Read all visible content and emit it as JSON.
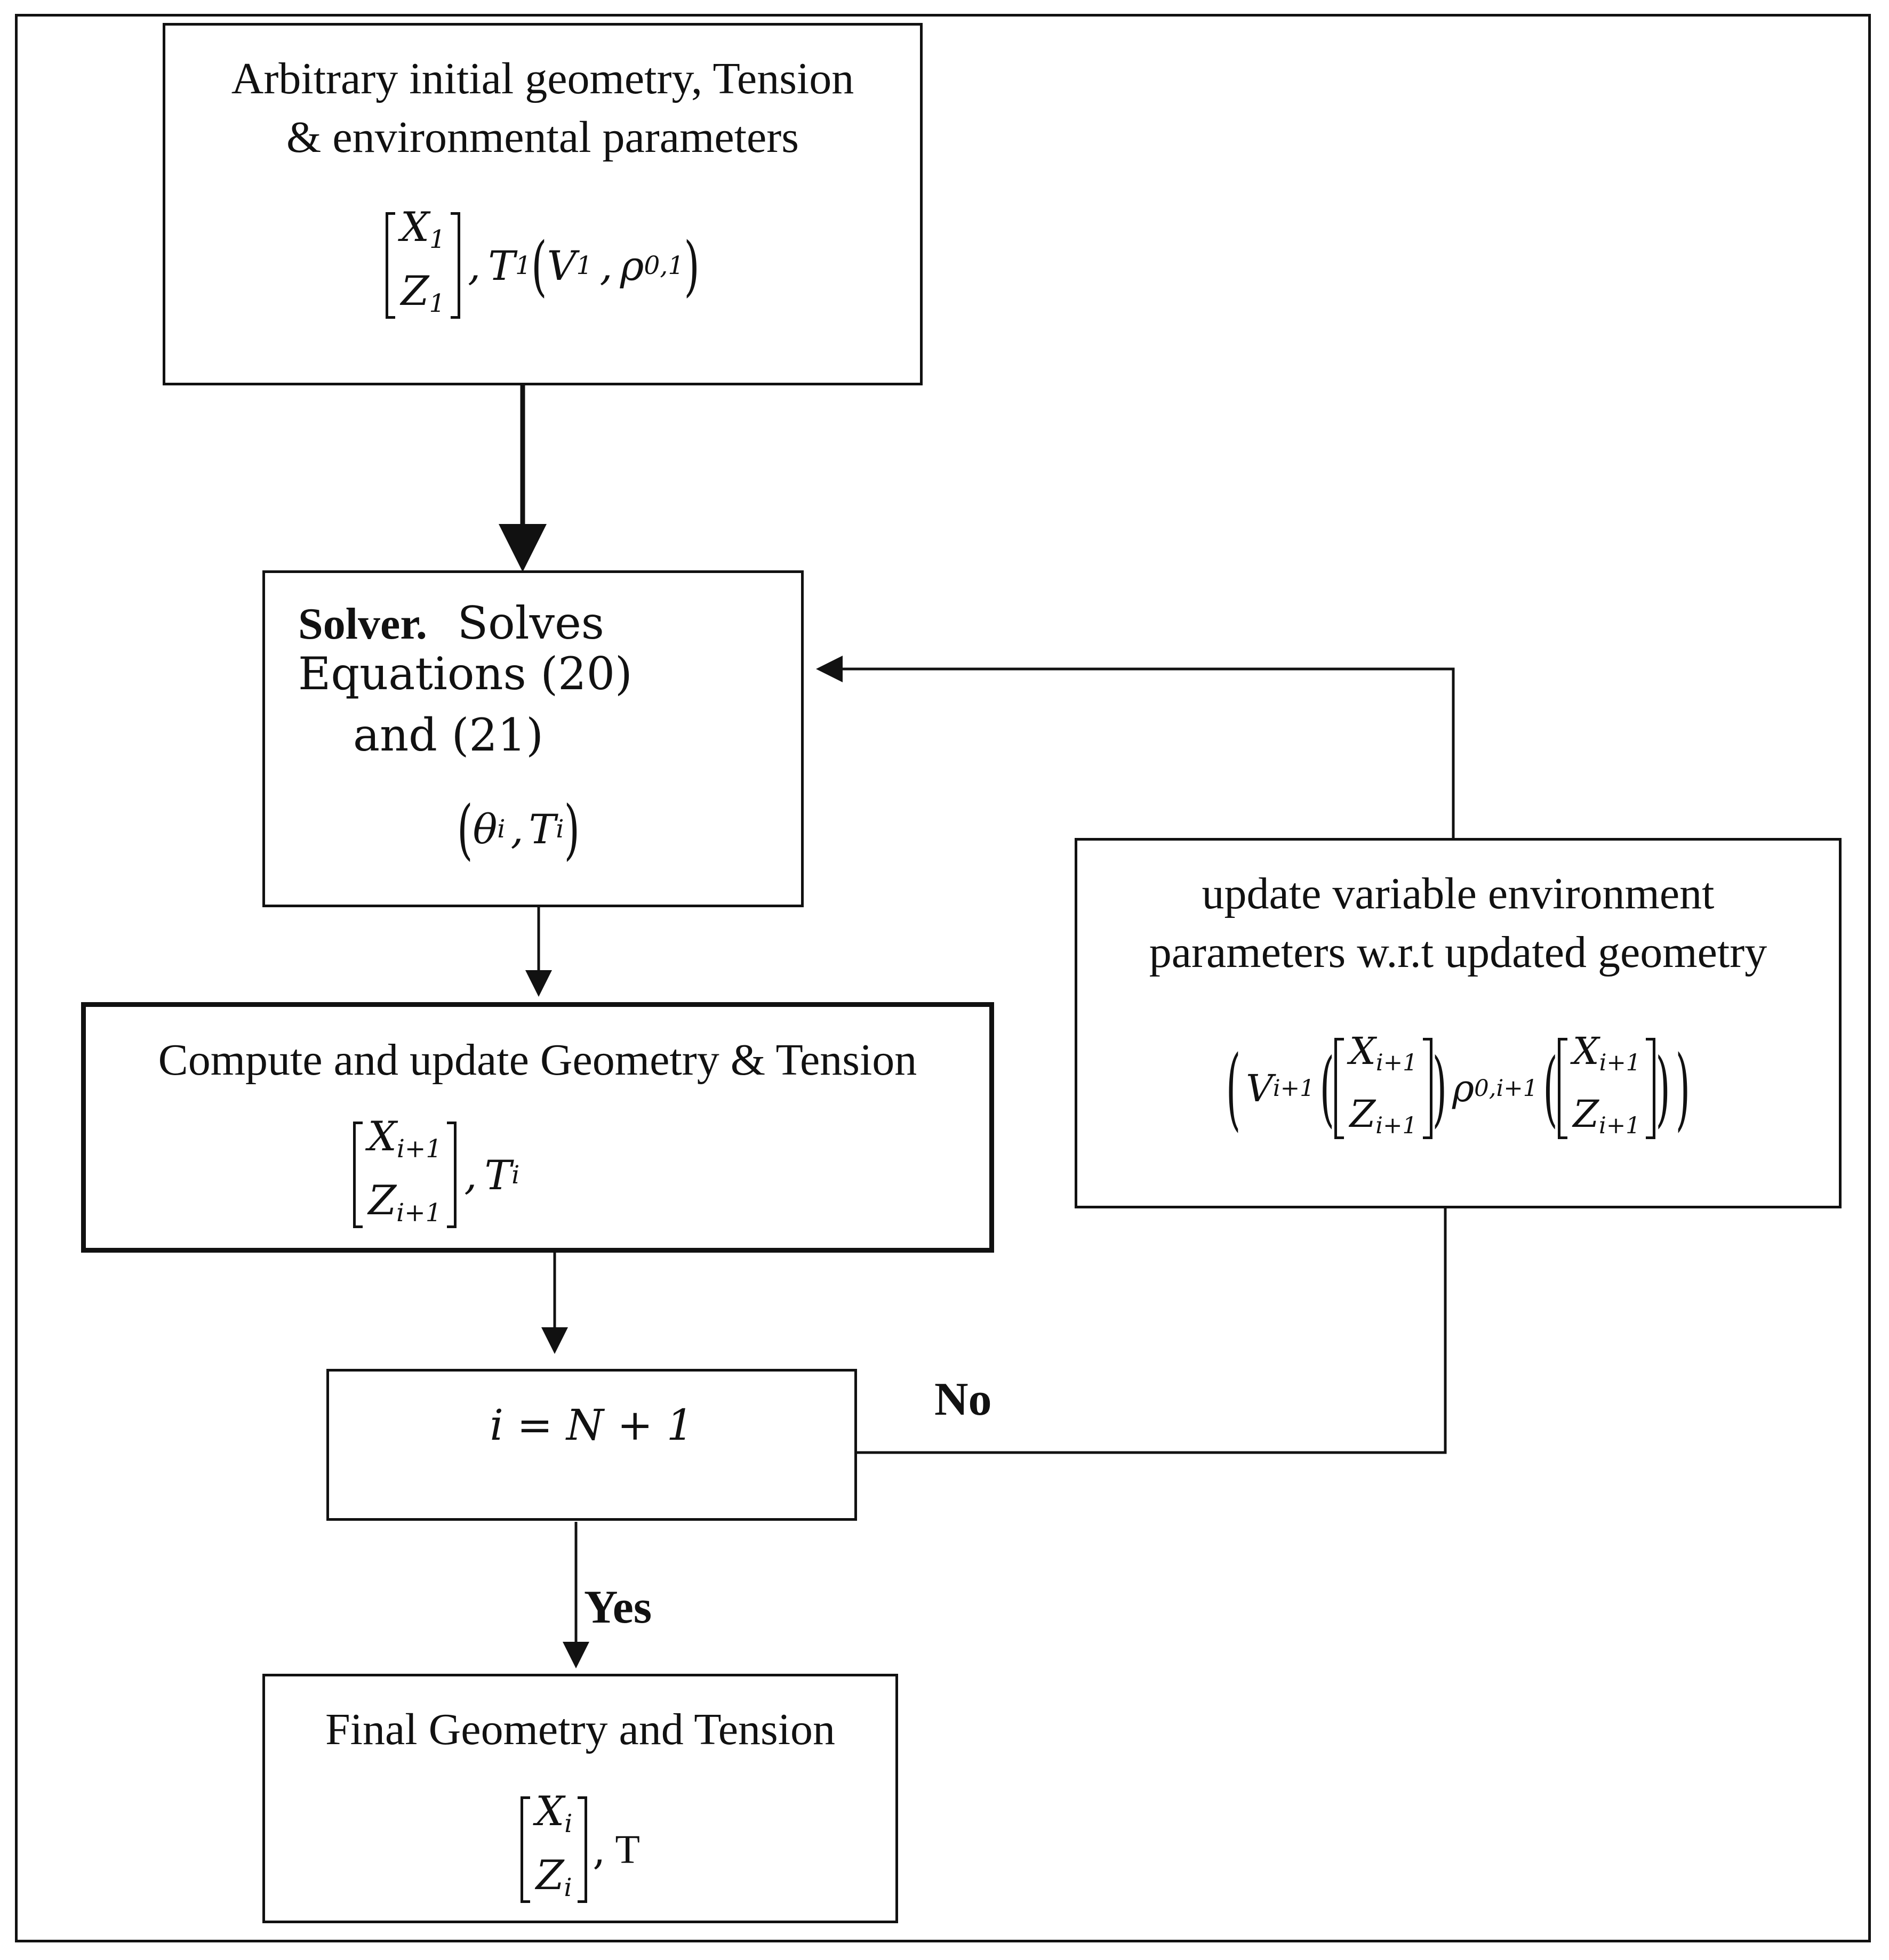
{
  "nodes": {
    "start": {
      "line1": "Arbitrary initial geometry, Tension",
      "line2": "& environmental parameters",
      "x": "X",
      "x_sub": "1",
      "z": "Z",
      "z_sub": "1",
      "tension": "T",
      "tension_sub": "1",
      "v": "V",
      "v_sub": "1",
      "rho": "ρ",
      "rho_sub": "0,1"
    },
    "solver": {
      "bold": "Solver.",
      "line1": "Solves",
      "line2": "Equations (20)",
      "line3": "and (21)",
      "theta": "θ",
      "theta_sub": "i",
      "t": "T",
      "t_sub": "i"
    },
    "compute": {
      "line1": "Compute and update Geometry & Tension",
      "x": "X",
      "x_sub": "i+1",
      "z": "Z",
      "z_sub": "i+1",
      "t": "T",
      "t_sub": "i"
    },
    "update": {
      "line1": "update variable environment",
      "line2": "parameters w.r.t updated geometry",
      "v": "V",
      "v_sub": "i+1",
      "rho": "ρ",
      "rho_sub": "0,i+1",
      "x": "X",
      "x_sub": "i+1",
      "z": "Z",
      "z_sub": "i+1"
    },
    "decision": {
      "condition": "i = N + 1"
    },
    "final": {
      "line1": "Final Geometry and Tension",
      "x": "X",
      "x_sub": "i",
      "z": "Z",
      "z_sub": "i",
      "t": "T"
    }
  },
  "edges": {
    "no_label": "No",
    "yes_label": "Yes"
  }
}
